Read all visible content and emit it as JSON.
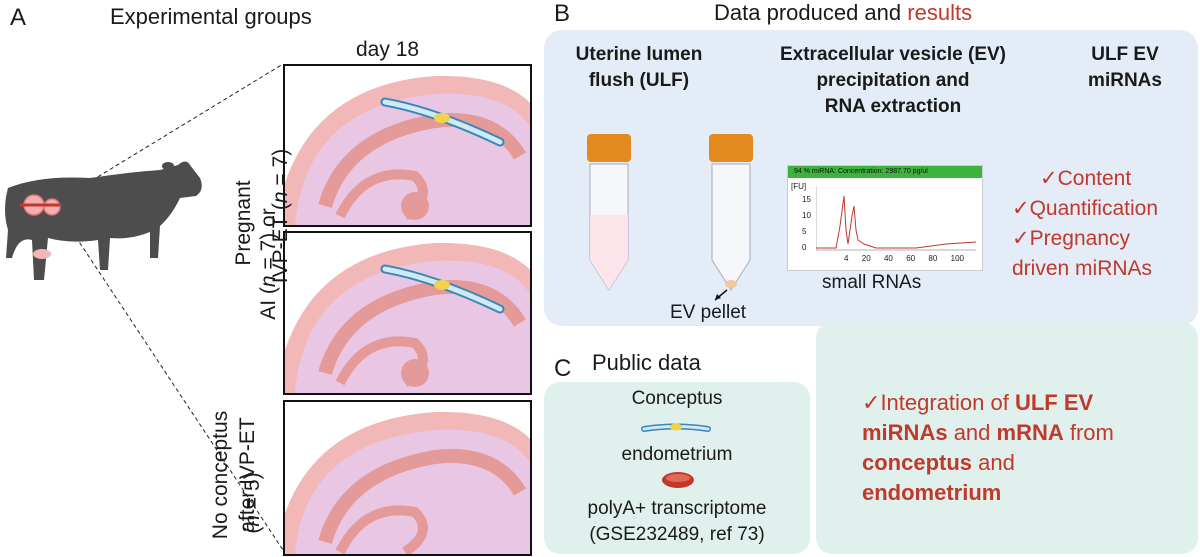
{
  "panelA": {
    "letter": "A",
    "title": "Experimental groups",
    "day_label": "day 18",
    "group_pregnant_line1": "Pregnant",
    "group_pregnant_line2": "AI (n = 7) or IVP-ET (n = 7)",
    "group_pregnant_a": "IVP-ET (",
    "group_pregnant_n": "n",
    "group_pregnant_b": " = 7)",
    "group_ai_a": "AI (",
    "group_ai_n": "n",
    "group_ai_b": " = 7) or ",
    "group_noconcep_line1": "No conceptus",
    "group_noconcep_line2": "after IVP-ET",
    "group_noconcep_n_a": "(",
    "group_noconcep_n": "n",
    "group_noconcep_n_b": " = 5)"
  },
  "panelB": {
    "letter": "B",
    "title_a": "Data produced and ",
    "title_b": "results",
    "col1_line1": "Uterine lumen",
    "col1_line2": "flush (ULF)",
    "col2_line1": "Extracellular vesicle (EV)",
    "col2_line2": "precipitation and",
    "col2_line3": "RNA extraction",
    "col3_line1": "ULF EV",
    "col3_line2": "miRNAs",
    "ev_pellet": "EV pellet",
    "small_rnas": "small RNAs",
    "bioanalyzer_header": "94 % miRNA: Concentration: 2987.70 pg/ul",
    "bioanalyzer_ylabel": "[FU]",
    "bioanalyzer_yticks": [
      "15",
      "10",
      "5",
      "0"
    ],
    "bioanalyzer_xticks": [
      "4",
      "20",
      "40",
      "60",
      "80",
      "100"
    ],
    "result1": "✓Content",
    "result2": "✓Quantification",
    "result3": "✓Pregnancy",
    "result3b": "driven miRNAs"
  },
  "panelC": {
    "letter": "C",
    "title": "Public data",
    "conceptus": "Conceptus",
    "endometrium": "endometrium",
    "polyA": "polyA+ transcriptome",
    "gse": "(GSE232489, ref 73)",
    "integ_check": "✓",
    "integ_1": "Integration of ",
    "integ_2": "ULF EV",
    "integ_3": "miRNAs",
    "integ_4": " and ",
    "integ_5": "mRNA",
    "integ_6": " from",
    "integ_7": "conceptus",
    "integ_8": " and",
    "integ_9": "endometrium"
  },
  "colors": {
    "accent_red": "#c0392b",
    "panel_blue": "#e4ecf7",
    "panel_teal": "#dff0ed",
    "uterus_pink": "#eca4a4",
    "bioanalyzer_green": "#3cb43c"
  }
}
